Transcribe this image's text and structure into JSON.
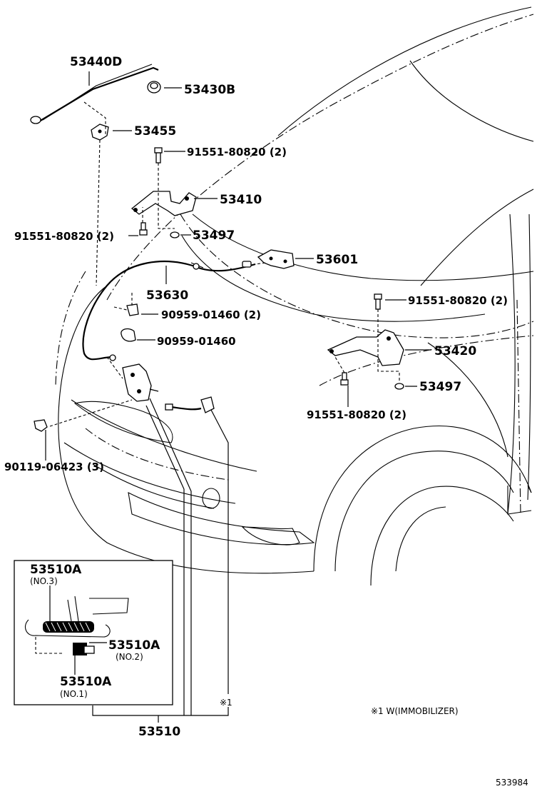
{
  "labels": {
    "p53440D": "53440D",
    "p53430B": "53430B",
    "p53455": "53455",
    "p91551_top": "91551-80820 (2)",
    "p53410": "53410",
    "p91551_left": "91551-80820 (2)",
    "p53497_top": "53497",
    "p53601": "53601",
    "p53630": "53630",
    "p91551_right": "91551-80820 (2)",
    "p90959_2": "90959-01460 (2)",
    "p90959": "90959-01460",
    "p53420": "53420",
    "p53497_bottom": "53497",
    "p91551_bottom": "91551-80820 (2)",
    "p90119": "90119-06423 (3)",
    "inset_53510A_no3": "53510A",
    "inset_no3": "(NO.3)",
    "inset_53510A_no2": "53510A",
    "inset_no2": "(NO.2)",
    "inset_53510A_no1": "53510A",
    "inset_no1": "(NO.1)",
    "p53510": "53510",
    "mark_1": "※1",
    "note": "※1 W(IMMOBILIZER)",
    "diagram_id": "533984"
  }
}
